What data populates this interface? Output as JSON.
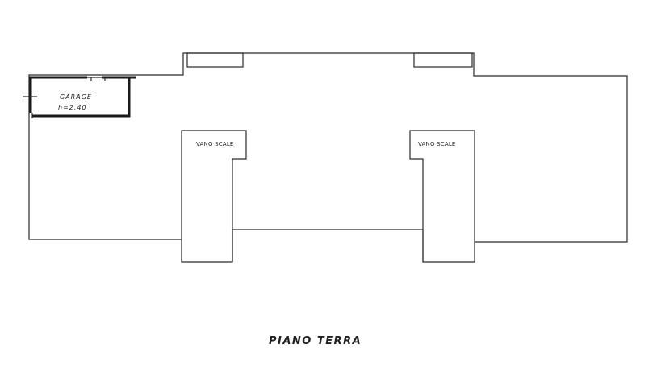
{
  "plan": {
    "floor_title": "PIANO  TERRA",
    "garage": {
      "name": "GARAGE",
      "height": "h=2.40"
    },
    "stairwells": [
      {
        "label": "VANO SCALE"
      },
      {
        "label": "VANO SCALE"
      }
    ]
  }
}
